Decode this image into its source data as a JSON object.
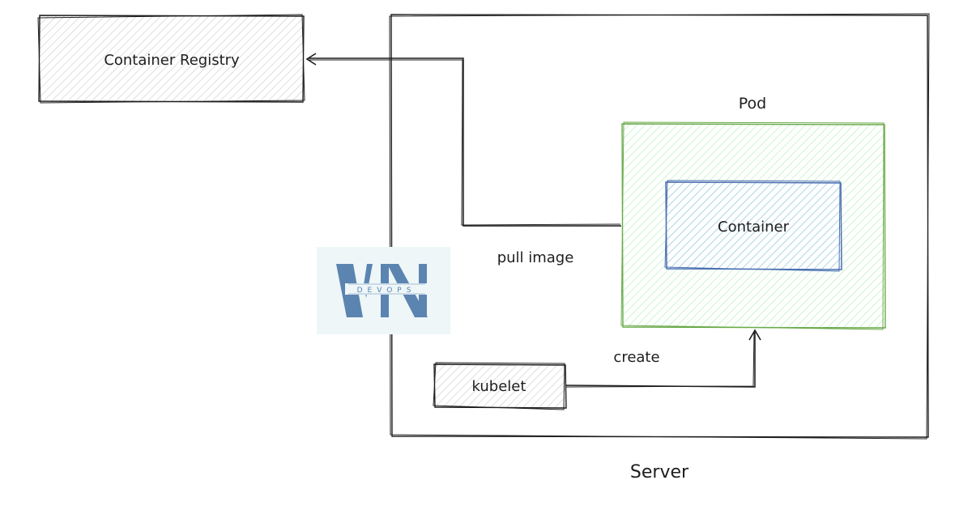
{
  "nodes": {
    "registry": {
      "label": "Container Registry"
    },
    "server": {
      "label": "Server"
    },
    "pod": {
      "label": "Pod"
    },
    "container": {
      "label": "Container"
    },
    "kubelet": {
      "label": "kubelet"
    }
  },
  "edges": {
    "pull": {
      "label": "pull image"
    },
    "create": {
      "label": "create"
    }
  },
  "logo": {
    "text": "DEVOPS"
  },
  "colors": {
    "stroke": "#1e1e1e",
    "registry_fill": "#c9c9c9",
    "pod_stroke": "#6aaa4a",
    "pod_fill": "#b2f2bb",
    "container_stroke": "#4a6fb0",
    "container_fill": "#a5c8ec",
    "kubelet_fill": "#c9c9c9",
    "logo_blue": "#5b84b1",
    "logo_bg": "#eef6f8"
  }
}
